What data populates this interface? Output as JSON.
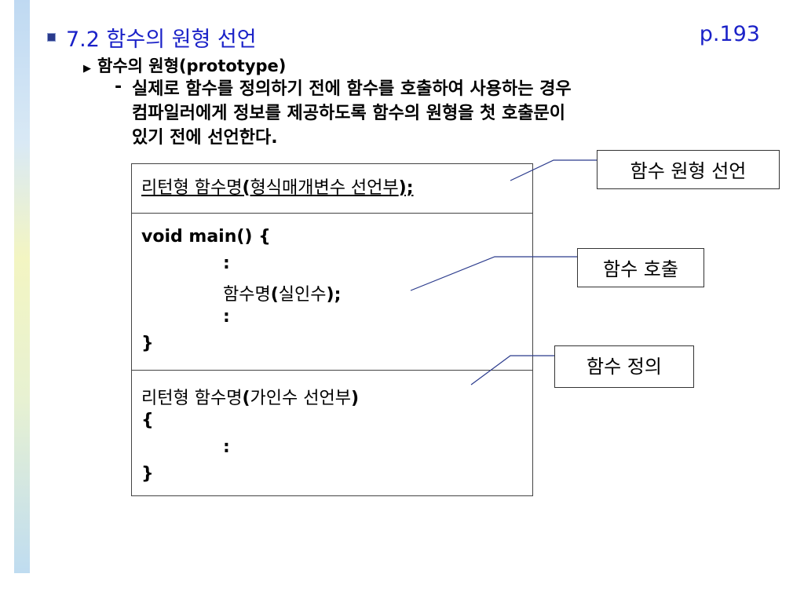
{
  "slide": {
    "title": "7.2 함수의 원형 선언",
    "page_ref": "p.193",
    "subheading": "함수의 원형(prototype)",
    "dash": "-",
    "description_lines": [
      "실제로 함수를 정의하기 전에 함수를 호출하여 사용하는 경우",
      "컴파일러에게 정보를 제공하도록 함수의 원형을 첫 호출문이",
      "있기 전에 선언한다."
    ]
  },
  "code_box": {
    "prototype": {
      "part1": "리턴형 함수명",
      "part2": "(",
      "part3": "형식매개변수 선언부",
      "part4": ");"
    },
    "main": {
      "line1": "void main() {",
      "line2": ":",
      "line3_a": "함수명",
      "line3_b": "(",
      "line3_c": "실인수",
      "line3_d": ");",
      "line4": ":",
      "line5": "}"
    },
    "definition": {
      "line1_a": "리턴형 함수명",
      "line1_b": "(",
      "line1_c": "가인수 선언부",
      "line1_d": ")",
      "line2": "{",
      "line3": ":",
      "line4": "}"
    }
  },
  "callouts": {
    "prototype_decl": "함수 원형 선언",
    "call": "함수 호출",
    "definition": "함수 정의"
  }
}
